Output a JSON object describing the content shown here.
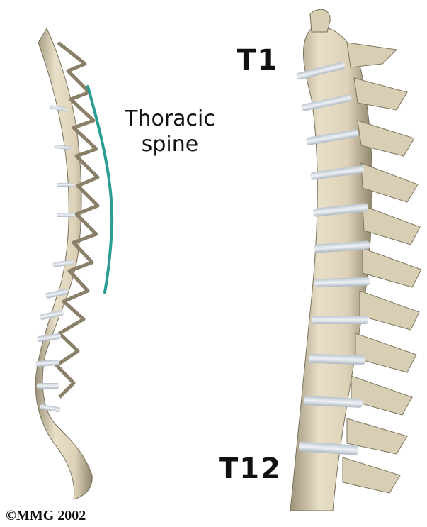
{
  "labels": {
    "top_vertebra": "T1",
    "bottom_vertebra": "T12",
    "region_line1": "Thoracic",
    "region_line2": "spine",
    "copyright": "©MMG 2002"
  },
  "colors": {
    "bone": "#e6dcc4",
    "bone_shadow": "#a59a7e",
    "bone_dark": "#6e6552",
    "disc": "#cfd6de",
    "bracket": "#2a9d93",
    "text": "#111111"
  },
  "icons": {
    "full_spine": "full-spine-illustration",
    "thoracic_closeup": "thoracic-spine-closeup-illustration",
    "region_bracket": "thoracic-region-bracket"
  }
}
